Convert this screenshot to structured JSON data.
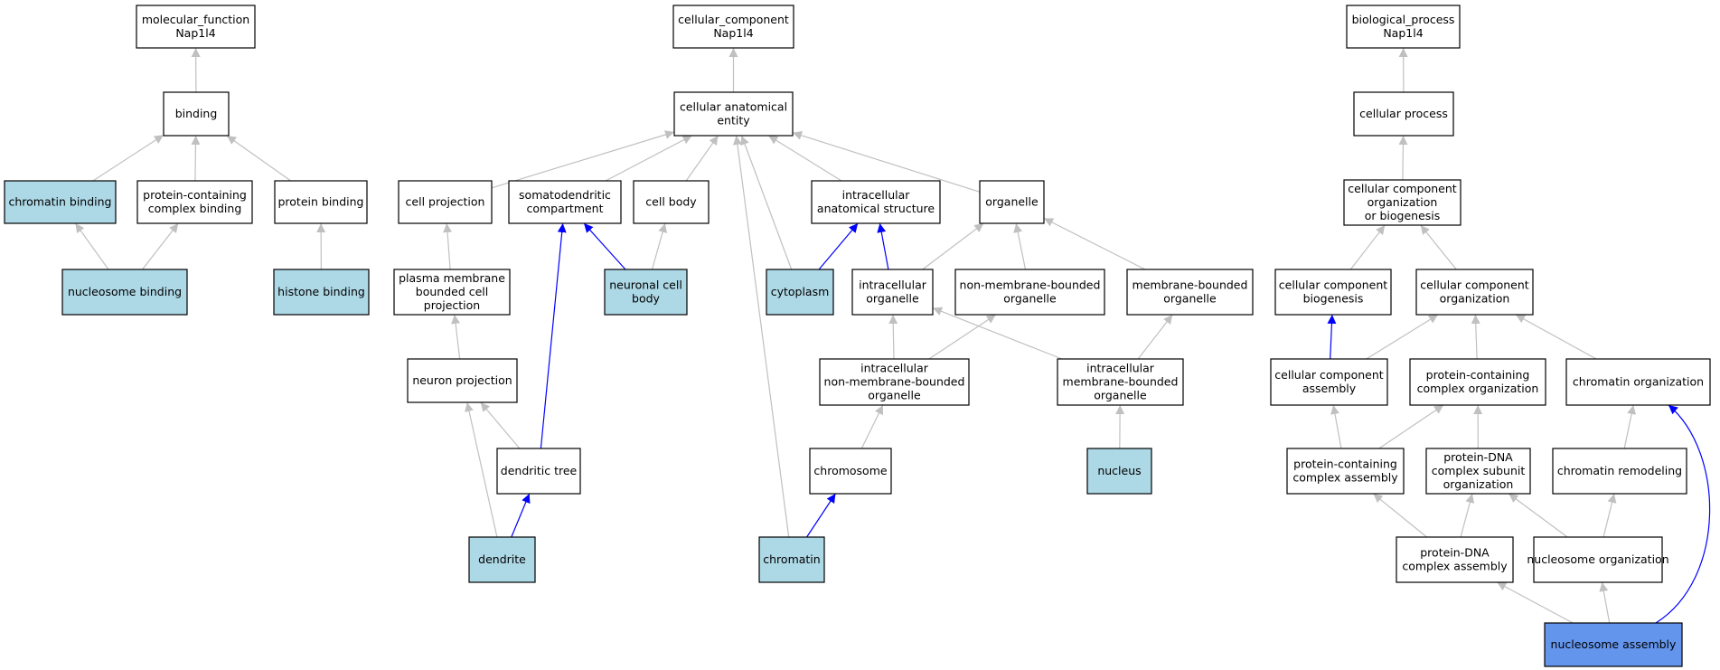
{
  "colors": {
    "node_fill": "#ffffff",
    "annotated_fill": "#add8e6",
    "query_fill": "#6495ed",
    "edge_gray": "#c0c0c0",
    "edge_blue": "#0000ff",
    "border": "#000000"
  },
  "nodes": [
    {
      "id": "mf_root",
      "lines": [
        "molecular_function",
        "Nap1l4"
      ],
      "style": "plain"
    },
    {
      "id": "binding",
      "lines": [
        "binding"
      ],
      "style": "plain"
    },
    {
      "id": "chromatin_binding",
      "lines": [
        "chromatin binding"
      ],
      "style": "annotated"
    },
    {
      "id": "pc_complex_binding",
      "lines": [
        "protein-containing",
        "complex binding"
      ],
      "style": "plain"
    },
    {
      "id": "protein_binding",
      "lines": [
        "protein binding"
      ],
      "style": "plain"
    },
    {
      "id": "nucleosome_binding",
      "lines": [
        "nucleosome binding"
      ],
      "style": "annotated"
    },
    {
      "id": "histone_binding",
      "lines": [
        "histone binding"
      ],
      "style": "annotated"
    },
    {
      "id": "cc_root",
      "lines": [
        "cellular_component",
        "Nap1l4"
      ],
      "style": "plain"
    },
    {
      "id": "cae",
      "lines": [
        "cellular anatomical",
        "entity"
      ],
      "style": "plain"
    },
    {
      "id": "cell_projection",
      "lines": [
        "cell projection"
      ],
      "style": "plain"
    },
    {
      "id": "somatodendritic",
      "lines": [
        "somatodendritic",
        "compartment"
      ],
      "style": "plain"
    },
    {
      "id": "cell_body",
      "lines": [
        "cell body"
      ],
      "style": "plain"
    },
    {
      "id": "intra_anat",
      "lines": [
        "intracellular",
        "anatomical structure"
      ],
      "style": "plain"
    },
    {
      "id": "organelle",
      "lines": [
        "organelle"
      ],
      "style": "plain"
    },
    {
      "id": "pm_bounded_proj",
      "lines": [
        "plasma membrane",
        "bounded cell",
        "projection"
      ],
      "style": "plain"
    },
    {
      "id": "neuronal_cell_body",
      "lines": [
        "neuronal cell",
        "body"
      ],
      "style": "annotated"
    },
    {
      "id": "cytoplasm",
      "lines": [
        "cytoplasm"
      ],
      "style": "annotated"
    },
    {
      "id": "intra_organelle",
      "lines": [
        "intracellular",
        "organelle"
      ],
      "style": "plain"
    },
    {
      "id": "nonmem_organelle",
      "lines": [
        "non-membrane-bounded",
        "organelle"
      ],
      "style": "plain"
    },
    {
      "id": "mem_organelle",
      "lines": [
        "membrane-bounded",
        "organelle"
      ],
      "style": "plain"
    },
    {
      "id": "neuron_projection",
      "lines": [
        "neuron projection"
      ],
      "style": "plain"
    },
    {
      "id": "intra_nonmem",
      "lines": [
        "intracellular",
        "non-membrane-bounded",
        "organelle"
      ],
      "style": "plain"
    },
    {
      "id": "intra_mem",
      "lines": [
        "intracellular",
        "membrane-bounded",
        "organelle"
      ],
      "style": "plain"
    },
    {
      "id": "dendritic_tree",
      "lines": [
        "dendritic tree"
      ],
      "style": "plain"
    },
    {
      "id": "chromosome",
      "lines": [
        "chromosome"
      ],
      "style": "plain"
    },
    {
      "id": "nucleus",
      "lines": [
        "nucleus"
      ],
      "style": "annotated"
    },
    {
      "id": "dendrite",
      "lines": [
        "dendrite"
      ],
      "style": "annotated"
    },
    {
      "id": "chromatin",
      "lines": [
        "chromatin"
      ],
      "style": "annotated"
    },
    {
      "id": "bp_root",
      "lines": [
        "biological_process",
        "Nap1l4"
      ],
      "style": "plain"
    },
    {
      "id": "cellular_process",
      "lines": [
        "cellular process"
      ],
      "style": "plain"
    },
    {
      "id": "ccob",
      "lines": [
        "cellular component",
        "organization",
        "or biogenesis"
      ],
      "style": "plain"
    },
    {
      "id": "cc_biogenesis",
      "lines": [
        "cellular component",
        "biogenesis"
      ],
      "style": "plain"
    },
    {
      "id": "cc_organization",
      "lines": [
        "cellular component",
        "organization"
      ],
      "style": "plain"
    },
    {
      "id": "cc_assembly",
      "lines": [
        "cellular component",
        "assembly"
      ],
      "style": "plain"
    },
    {
      "id": "pc_complex_org",
      "lines": [
        "protein-containing",
        "complex organization"
      ],
      "style": "plain"
    },
    {
      "id": "chromatin_org",
      "lines": [
        "chromatin organization"
      ],
      "style": "plain"
    },
    {
      "id": "pc_complex_assembly",
      "lines": [
        "protein-containing",
        "complex assembly"
      ],
      "style": "plain"
    },
    {
      "id": "pdna_subunit_org",
      "lines": [
        "protein-DNA",
        "complex subunit",
        "organization"
      ],
      "style": "plain"
    },
    {
      "id": "chromatin_remodeling",
      "lines": [
        "chromatin remodeling"
      ],
      "style": "plain"
    },
    {
      "id": "pdna_assembly",
      "lines": [
        "protein-DNA",
        "complex assembly"
      ],
      "style": "plain"
    },
    {
      "id": "nucleosome_org",
      "lines": [
        "nucleosome organization"
      ],
      "style": "plain"
    },
    {
      "id": "nucleosome_assembly",
      "lines": [
        "nucleosome assembly"
      ],
      "style": "query"
    }
  ],
  "edges": [
    {
      "from": "binding",
      "to": "mf_root",
      "kind": "gray"
    },
    {
      "from": "chromatin_binding",
      "to": "binding",
      "kind": "gray"
    },
    {
      "from": "pc_complex_binding",
      "to": "binding",
      "kind": "gray"
    },
    {
      "from": "protein_binding",
      "to": "binding",
      "kind": "gray"
    },
    {
      "from": "nucleosome_binding",
      "to": "chromatin_binding",
      "kind": "gray"
    },
    {
      "from": "nucleosome_binding",
      "to": "pc_complex_binding",
      "kind": "gray"
    },
    {
      "from": "histone_binding",
      "to": "protein_binding",
      "kind": "gray"
    },
    {
      "from": "cae",
      "to": "cc_root",
      "kind": "gray"
    },
    {
      "from": "cell_projection",
      "to": "cae",
      "kind": "gray"
    },
    {
      "from": "somatodendritic",
      "to": "cae",
      "kind": "gray"
    },
    {
      "from": "cell_body",
      "to": "cae",
      "kind": "gray"
    },
    {
      "from": "cytoplasm",
      "to": "cae",
      "kind": "gray"
    },
    {
      "from": "chromatin",
      "to": "cae",
      "kind": "gray"
    },
    {
      "from": "intra_anat",
      "to": "cae",
      "kind": "gray"
    },
    {
      "from": "organelle",
      "to": "cae",
      "kind": "gray"
    },
    {
      "from": "pm_bounded_proj",
      "to": "cell_projection",
      "kind": "gray"
    },
    {
      "from": "neuronal_cell_body",
      "to": "somatodendritic",
      "kind": "blue"
    },
    {
      "from": "neuronal_cell_body",
      "to": "cell_body",
      "kind": "gray"
    },
    {
      "from": "cytoplasm",
      "to": "intra_anat",
      "kind": "blue"
    },
    {
      "from": "intra_organelle",
      "to": "intra_anat",
      "kind": "blue"
    },
    {
      "from": "intra_organelle",
      "to": "organelle",
      "kind": "gray"
    },
    {
      "from": "nonmem_organelle",
      "to": "organelle",
      "kind": "gray"
    },
    {
      "from": "mem_organelle",
      "to": "organelle",
      "kind": "gray"
    },
    {
      "from": "neuron_projection",
      "to": "pm_bounded_proj",
      "kind": "gray"
    },
    {
      "from": "intra_nonmem",
      "to": "intra_organelle",
      "kind": "gray"
    },
    {
      "from": "intra_nonmem",
      "to": "nonmem_organelle",
      "kind": "gray"
    },
    {
      "from": "intra_mem",
      "to": "intra_organelle",
      "kind": "gray"
    },
    {
      "from": "intra_mem",
      "to": "mem_organelle",
      "kind": "gray"
    },
    {
      "from": "dendritic_tree",
      "to": "somatodendritic",
      "kind": "blue"
    },
    {
      "from": "dendritic_tree",
      "to": "neuron_projection",
      "kind": "gray"
    },
    {
      "from": "dendrite",
      "to": "dendritic_tree",
      "kind": "blue"
    },
    {
      "from": "dendrite",
      "to": "neuron_projection",
      "kind": "gray"
    },
    {
      "from": "chromosome",
      "to": "intra_nonmem",
      "kind": "gray"
    },
    {
      "from": "chromatin",
      "to": "chromosome",
      "kind": "blue"
    },
    {
      "from": "nucleus",
      "to": "intra_mem",
      "kind": "gray"
    },
    {
      "from": "cellular_process",
      "to": "bp_root",
      "kind": "gray"
    },
    {
      "from": "ccob",
      "to": "cellular_process",
      "kind": "gray"
    },
    {
      "from": "cc_biogenesis",
      "to": "ccob",
      "kind": "gray"
    },
    {
      "from": "cc_organization",
      "to": "ccob",
      "kind": "gray"
    },
    {
      "from": "cc_assembly",
      "to": "cc_biogenesis",
      "kind": "blue"
    },
    {
      "from": "cc_assembly",
      "to": "cc_organization",
      "kind": "gray"
    },
    {
      "from": "pc_complex_org",
      "to": "cc_organization",
      "kind": "gray"
    },
    {
      "from": "chromatin_org",
      "to": "cc_organization",
      "kind": "gray"
    },
    {
      "from": "pc_complex_assembly",
      "to": "cc_assembly",
      "kind": "gray"
    },
    {
      "from": "pc_complex_assembly",
      "to": "pc_complex_org",
      "kind": "gray"
    },
    {
      "from": "pdna_subunit_org",
      "to": "pc_complex_org",
      "kind": "gray"
    },
    {
      "from": "chromatin_remodeling",
      "to": "chromatin_org",
      "kind": "gray"
    },
    {
      "from": "pdna_assembly",
      "to": "pc_complex_assembly",
      "kind": "gray"
    },
    {
      "from": "pdna_assembly",
      "to": "pdna_subunit_org",
      "kind": "gray"
    },
    {
      "from": "nucleosome_org",
      "to": "pdna_subunit_org",
      "kind": "gray"
    },
    {
      "from": "nucleosome_org",
      "to": "chromatin_remodeling",
      "kind": "gray"
    },
    {
      "from": "nucleosome_assembly",
      "to": "pdna_assembly",
      "kind": "gray"
    },
    {
      "from": "nucleosome_assembly",
      "to": "nucleosome_org",
      "kind": "gray"
    },
    {
      "from": "nucleosome_assembly",
      "to": "chromatin_org",
      "kind": "blue"
    }
  ]
}
